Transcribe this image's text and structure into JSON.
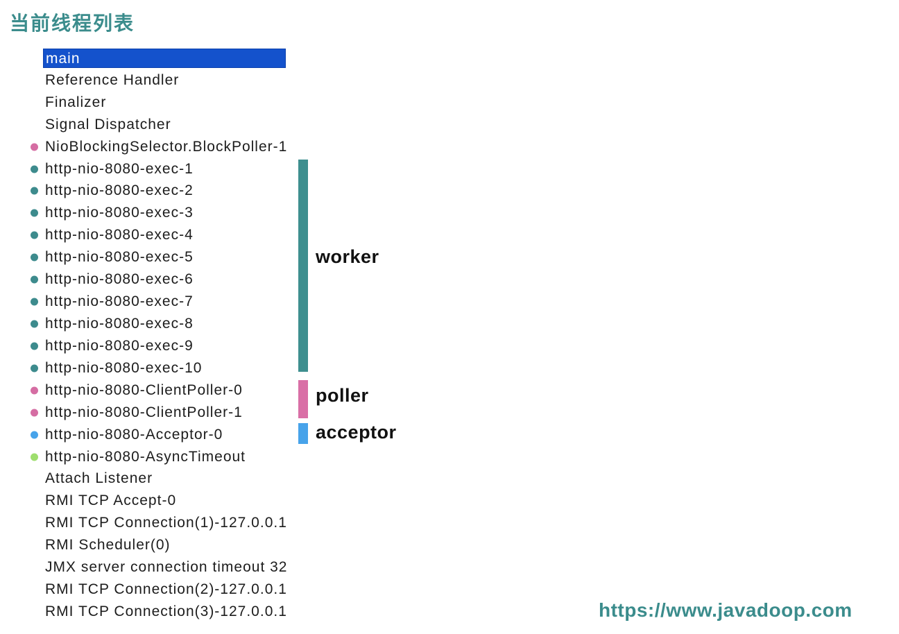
{
  "title": "当前线程列表",
  "watermark": "https://www.javadoop.com",
  "colors": {
    "accent": "#3b8c8c",
    "text": "#1c1c1c",
    "selection_bg": "#1452cc",
    "selection_text": "#ffffff",
    "selection_border": "#0d41ad",
    "teal": "#3d8b8d",
    "pink": "#d56da3",
    "blue": "#47a3ea",
    "green": "#9ede6e"
  },
  "threads": [
    {
      "name": "main",
      "selected": true,
      "bullet": null
    },
    {
      "name": "Reference Handler",
      "selected": false,
      "bullet": null
    },
    {
      "name": "Finalizer",
      "selected": false,
      "bullet": null
    },
    {
      "name": "Signal Dispatcher",
      "selected": false,
      "bullet": null
    },
    {
      "name": "NioBlockingSelector.BlockPoller-1",
      "selected": false,
      "bullet": "pink"
    },
    {
      "name": "http-nio-8080-exec-1",
      "selected": false,
      "bullet": "teal"
    },
    {
      "name": "http-nio-8080-exec-2",
      "selected": false,
      "bullet": "teal"
    },
    {
      "name": "http-nio-8080-exec-3",
      "selected": false,
      "bullet": "teal"
    },
    {
      "name": "http-nio-8080-exec-4",
      "selected": false,
      "bullet": "teal"
    },
    {
      "name": "http-nio-8080-exec-5",
      "selected": false,
      "bullet": "teal"
    },
    {
      "name": "http-nio-8080-exec-6",
      "selected": false,
      "bullet": "teal"
    },
    {
      "name": "http-nio-8080-exec-7",
      "selected": false,
      "bullet": "teal"
    },
    {
      "name": "http-nio-8080-exec-8",
      "selected": false,
      "bullet": "teal"
    },
    {
      "name": "http-nio-8080-exec-9",
      "selected": false,
      "bullet": "teal"
    },
    {
      "name": "http-nio-8080-exec-10",
      "selected": false,
      "bullet": "teal"
    },
    {
      "name": "http-nio-8080-ClientPoller-0",
      "selected": false,
      "bullet": "pink"
    },
    {
      "name": "http-nio-8080-ClientPoller-1",
      "selected": false,
      "bullet": "pink"
    },
    {
      "name": "http-nio-8080-Acceptor-0",
      "selected": false,
      "bullet": "blue"
    },
    {
      "name": "http-nio-8080-AsyncTimeout",
      "selected": false,
      "bullet": "green"
    },
    {
      "name": "Attach Listener",
      "selected": false,
      "bullet": null
    },
    {
      "name": "RMI TCP Accept-0",
      "selected": false,
      "bullet": null
    },
    {
      "name": "RMI TCP Connection(1)-127.0.0.1",
      "selected": false,
      "bullet": null
    },
    {
      "name": "RMI Scheduler(0)",
      "selected": false,
      "bullet": null
    },
    {
      "name": "JMX server connection timeout 32",
      "selected": false,
      "bullet": null
    },
    {
      "name": "RMI TCP Connection(2)-127.0.0.1",
      "selected": false,
      "bullet": null
    },
    {
      "name": "RMI TCP Connection(3)-127.0.0.1",
      "selected": false,
      "bullet": null
    }
  ],
  "annotations": [
    {
      "id": "worker",
      "label": "worker",
      "color": "#3e8f8f",
      "covers": "http-nio-8080-exec-1 … http-nio-8080-exec-10"
    },
    {
      "id": "poller",
      "label": "poller",
      "color": "#d96fa6",
      "covers": "http-nio-8080-ClientPoller-0 … http-nio-8080-ClientPoller-1"
    },
    {
      "id": "acceptor",
      "label": "acceptor",
      "color": "#47a3ea",
      "covers": "http-nio-8080-Acceptor-0"
    }
  ]
}
